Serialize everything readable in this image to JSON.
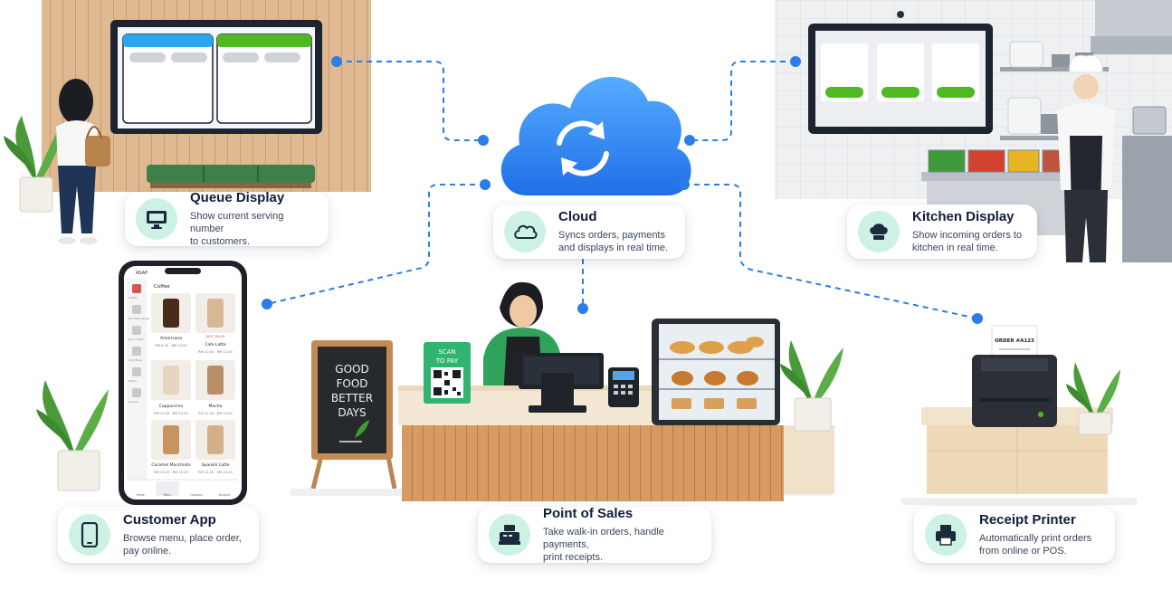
{
  "nodes": {
    "queue": {
      "title": "Queue Display",
      "desc": [
        "Show current serving number",
        "to customers."
      ]
    },
    "cloud": {
      "title": "Cloud",
      "desc": [
        "Syncs orders, payments",
        "and displays in real time."
      ]
    },
    "kitchen": {
      "title": "Kitchen Display",
      "desc": [
        "Show incoming orders to",
        "kitchen in real time."
      ]
    },
    "app": {
      "title": "Customer App",
      "desc": [
        "Browse menu, place order,",
        "pay online."
      ]
    },
    "pos": {
      "title": "Point of Sales",
      "desc": [
        "Take walk-in orders, handle payments,",
        "print receipts."
      ]
    },
    "printer": {
      "title": "Receipt Printer",
      "desc": [
        "Automatically print orders",
        "from online or POS."
      ]
    }
  },
  "phone": {
    "header": "ASAP",
    "section": "Coffee",
    "items": [
      {
        "name": "Americano",
        "price": "RM 8.00 - RM 10.00",
        "badge": ""
      },
      {
        "name": "Cafe Latte",
        "price": "RM 10.00 - RM 12.00",
        "badge": "BEST SELLER"
      },
      {
        "name": "Cappuccino",
        "price": "RM 10.00 - RM 12.00",
        "badge": ""
      },
      {
        "name": "Mocha",
        "price": "RM 12.00 - RM 14.00",
        "badge": ""
      },
      {
        "name": "Caramel Macchiato",
        "price": "RM 13.00 - RM 15.00",
        "badge": ""
      },
      {
        "name": "Spanish Latte",
        "price": "RM 12.00 - RM 14.00",
        "badge": ""
      }
    ],
    "categories": [
      "Coffee",
      "Non Milk Series",
      "Non Coffee",
      "Cold Brew",
      "Pastry",
      "Snacks"
    ],
    "tabbar": [
      "Home",
      "Menu",
      "Location",
      "Account"
    ]
  },
  "chalkboard": [
    "GOOD",
    "FOOD",
    "BETTER",
    "DAYS"
  ],
  "qr_sign": [
    "SCAN",
    "TO PAY"
  ],
  "receipt": "ORDER #A123",
  "colors": {
    "accent": "#2b7de9",
    "icon_bg": "#cdf1e5",
    "title": "#111d3c",
    "queue_blue": "#29a6ef",
    "kitchen_green": "#4fb922"
  }
}
